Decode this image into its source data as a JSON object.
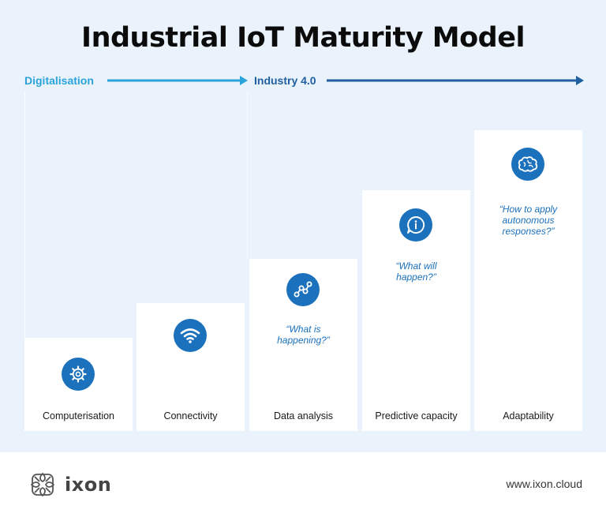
{
  "title": "Industrial IoT Maturity Model",
  "phases": {
    "digitalisation": "Digitalisation",
    "industry": "Industry 4.0"
  },
  "stages": [
    {
      "label": "Computerisation",
      "quote": "",
      "icon": "gear-icon"
    },
    {
      "label": "Connectivity",
      "quote": "",
      "icon": "wifi-icon"
    },
    {
      "label": "Data analysis",
      "quote": "“What is happening?”",
      "icon": "line-chart-icon"
    },
    {
      "label": "Predictive capacity",
      "quote": "“What will happen?”",
      "icon": "info-chat-icon"
    },
    {
      "label": "Adaptability",
      "quote": "“How to apply autonomous responses?”",
      "icon": "brain-icon"
    }
  ],
  "colors": {
    "background": "#eaf3fb",
    "icon_blue": "#1b71bc",
    "digitalisation": "#2aa3da",
    "industry": "#1f5fa0"
  },
  "footer": {
    "brand": "ixon",
    "website": "www.ixon.cloud"
  }
}
